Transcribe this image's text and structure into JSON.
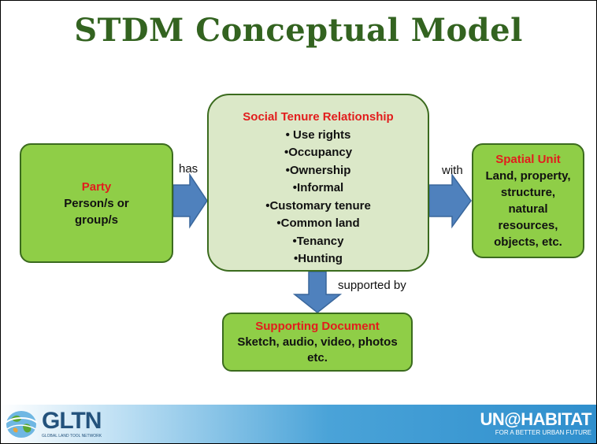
{
  "title": "STDM Conceptual Model",
  "party": {
    "heading": "Party",
    "lines": [
      "Person/s or",
      "group/s"
    ]
  },
  "relationship": {
    "heading": "Social Tenure Relationship",
    "items": [
      "• Use rights",
      "•Occupancy",
      "•Ownership",
      "•Informal",
      "•Customary tenure",
      "•Common land",
      "•Tenancy",
      "•Hunting"
    ]
  },
  "spatial_unit": {
    "heading": "Spatial Unit",
    "lines": [
      "Land, property,",
      "structure,",
      "natural",
      "resources,",
      "objects, etc."
    ]
  },
  "supporting_document": {
    "heading": "Supporting Document",
    "lines": [
      "Sketch, audio, video, photos",
      "etc."
    ]
  },
  "edges": {
    "has": "has",
    "with": "with",
    "supported_by": "supported by"
  },
  "footer": {
    "left_logo": {
      "name": "GLTN",
      "subtitle": "GLOBAL LAND TOOL NETWORK",
      "icon": "globe-icon"
    },
    "right_logo": {
      "name": "UN@HABITAT",
      "subtitle": "FOR A BETTER URBAN FUTURE"
    }
  },
  "colors": {
    "title": "#336320",
    "box_green": "#8fce47",
    "box_pale": "#dbe8c8",
    "heading_red": "#e21d1d",
    "arrow": "#4f81bd",
    "footer_blue": "#2f8fcd"
  }
}
